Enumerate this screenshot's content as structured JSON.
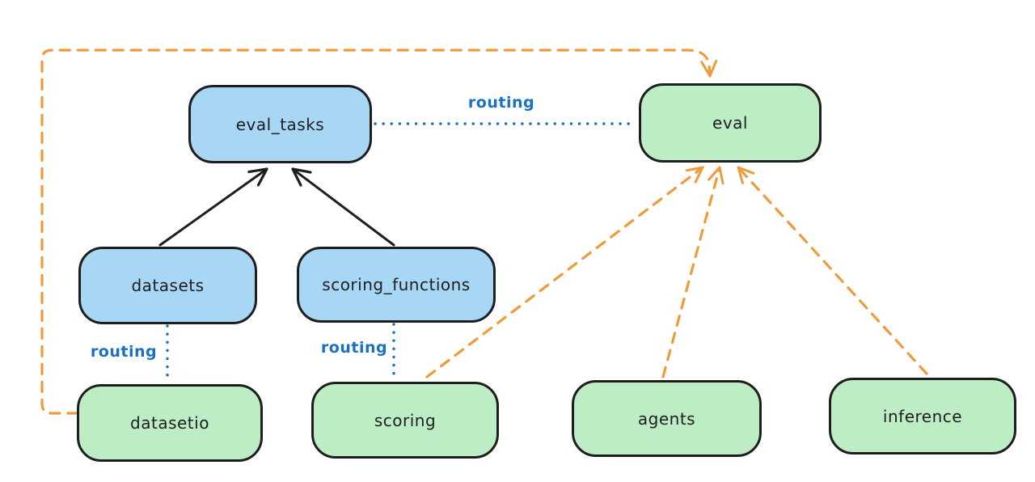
{
  "diagram": {
    "background": "#ffffff",
    "colors": {
      "node_blue_fill": "#a8d7f5",
      "node_green_fill": "#bdedc4",
      "node_stroke": "#1e1e1e",
      "routing_blue": "#1971c2",
      "arrow_orange": "#ee9b3c",
      "arrow_black": "#1e1e1e"
    },
    "nodes": {
      "eval_tasks": {
        "label": "eval_tasks",
        "fill": "#a8d7f5"
      },
      "eval": {
        "label": "eval",
        "fill": "#bdedc4"
      },
      "datasets": {
        "label": "datasets",
        "fill": "#a8d7f5"
      },
      "scoring_functions": {
        "label": "scoring_functions",
        "fill": "#a8d7f5"
      },
      "datasetio": {
        "label": "datasetio",
        "fill": "#bdedc4"
      },
      "scoring": {
        "label": "scoring",
        "fill": "#bdedc4"
      },
      "agents": {
        "label": "agents",
        "fill": "#bdedc4"
      },
      "inference": {
        "label": "inference",
        "fill": "#bdedc4"
      }
    },
    "edge_labels": {
      "routing_top": "routing",
      "routing_left": "routing",
      "routing_middle": "routing"
    },
    "edges": [
      {
        "from": "datasets",
        "to": "eval_tasks",
        "style": "solid-black-arrow",
        "label": ""
      },
      {
        "from": "scoring_functions",
        "to": "eval_tasks",
        "style": "solid-black-arrow",
        "label": ""
      },
      {
        "from": "eval_tasks",
        "to": "eval",
        "style": "dotted-blue",
        "label": "routing"
      },
      {
        "from": "datasets",
        "to": "datasetio",
        "style": "dotted-blue",
        "label": "routing"
      },
      {
        "from": "scoring_functions",
        "to": "scoring",
        "style": "dotted-blue",
        "label": "routing"
      },
      {
        "from": "datasetio",
        "to": "eval",
        "style": "dashed-orange-arrow",
        "label": ""
      },
      {
        "from": "scoring",
        "to": "eval",
        "style": "dashed-orange-arrow",
        "label": ""
      },
      {
        "from": "agents",
        "to": "eval",
        "style": "dashed-orange-arrow",
        "label": ""
      },
      {
        "from": "inference",
        "to": "eval",
        "style": "dashed-orange-arrow",
        "label": ""
      }
    ]
  }
}
